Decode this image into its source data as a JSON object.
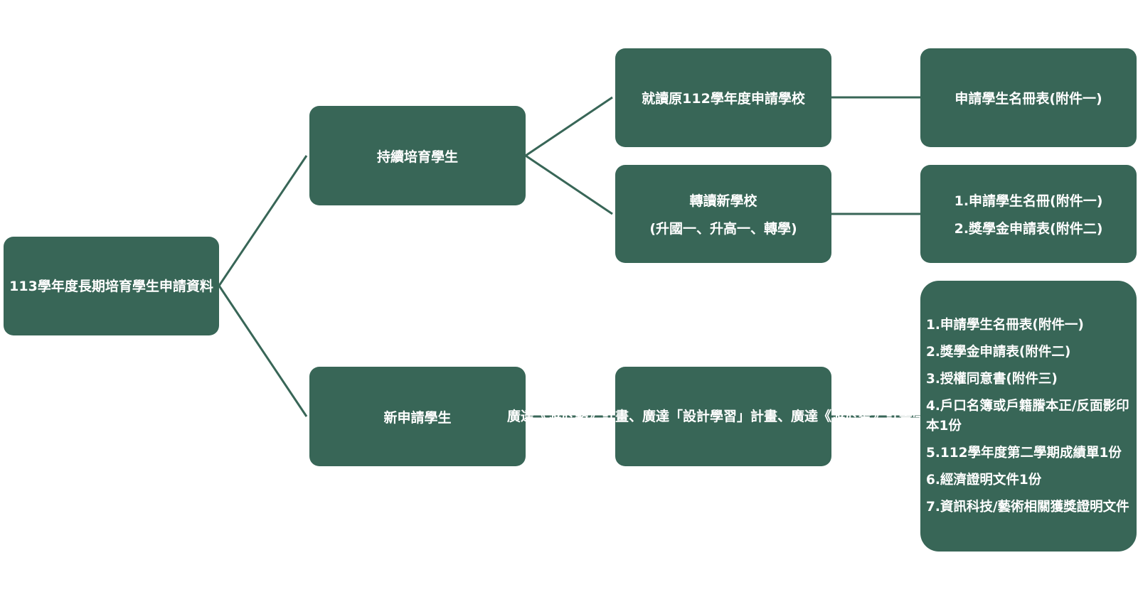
{
  "colors": {
    "node_fill": "#386657",
    "node_text": "#ffffff",
    "connector": "#386657",
    "background": "#ffffff"
  },
  "diagram": {
    "root": {
      "lines": [
        "113學年度長期培育學生申請資料"
      ]
    },
    "continuing": {
      "label": "持續培育學生",
      "original_school": {
        "label": "就讀原112學年度申請學校",
        "documents": [
          "申請學生名冊表(附件一)"
        ]
      },
      "transfer_school": {
        "lines": [
          "轉讀新學校",
          "(升國一、升高一、轉學)"
        ],
        "documents": [
          "1.申請學生名冊(附件一)",
          "2.獎學金申請表(附件二)"
        ]
      }
    },
    "new": {
      "label": "新申請學生",
      "program_school": {
        "label": "廣達《游於藝》計畫、廣達「設計學習」計畫、廣達《游於智》計畫學校",
        "documents": [
          "1.申請學生名冊表(附件一)",
          "2.獎學金申請表(附件二)",
          "3.授權同意書(附件三)",
          "4.戶口名簿或戶籍謄本正/反面影印本1份",
          "5.112學年度第二學期成績單1份",
          "6.經濟證明文件1份",
          "7.資訊科技/藝術相關獲獎證明文件"
        ]
      }
    }
  }
}
